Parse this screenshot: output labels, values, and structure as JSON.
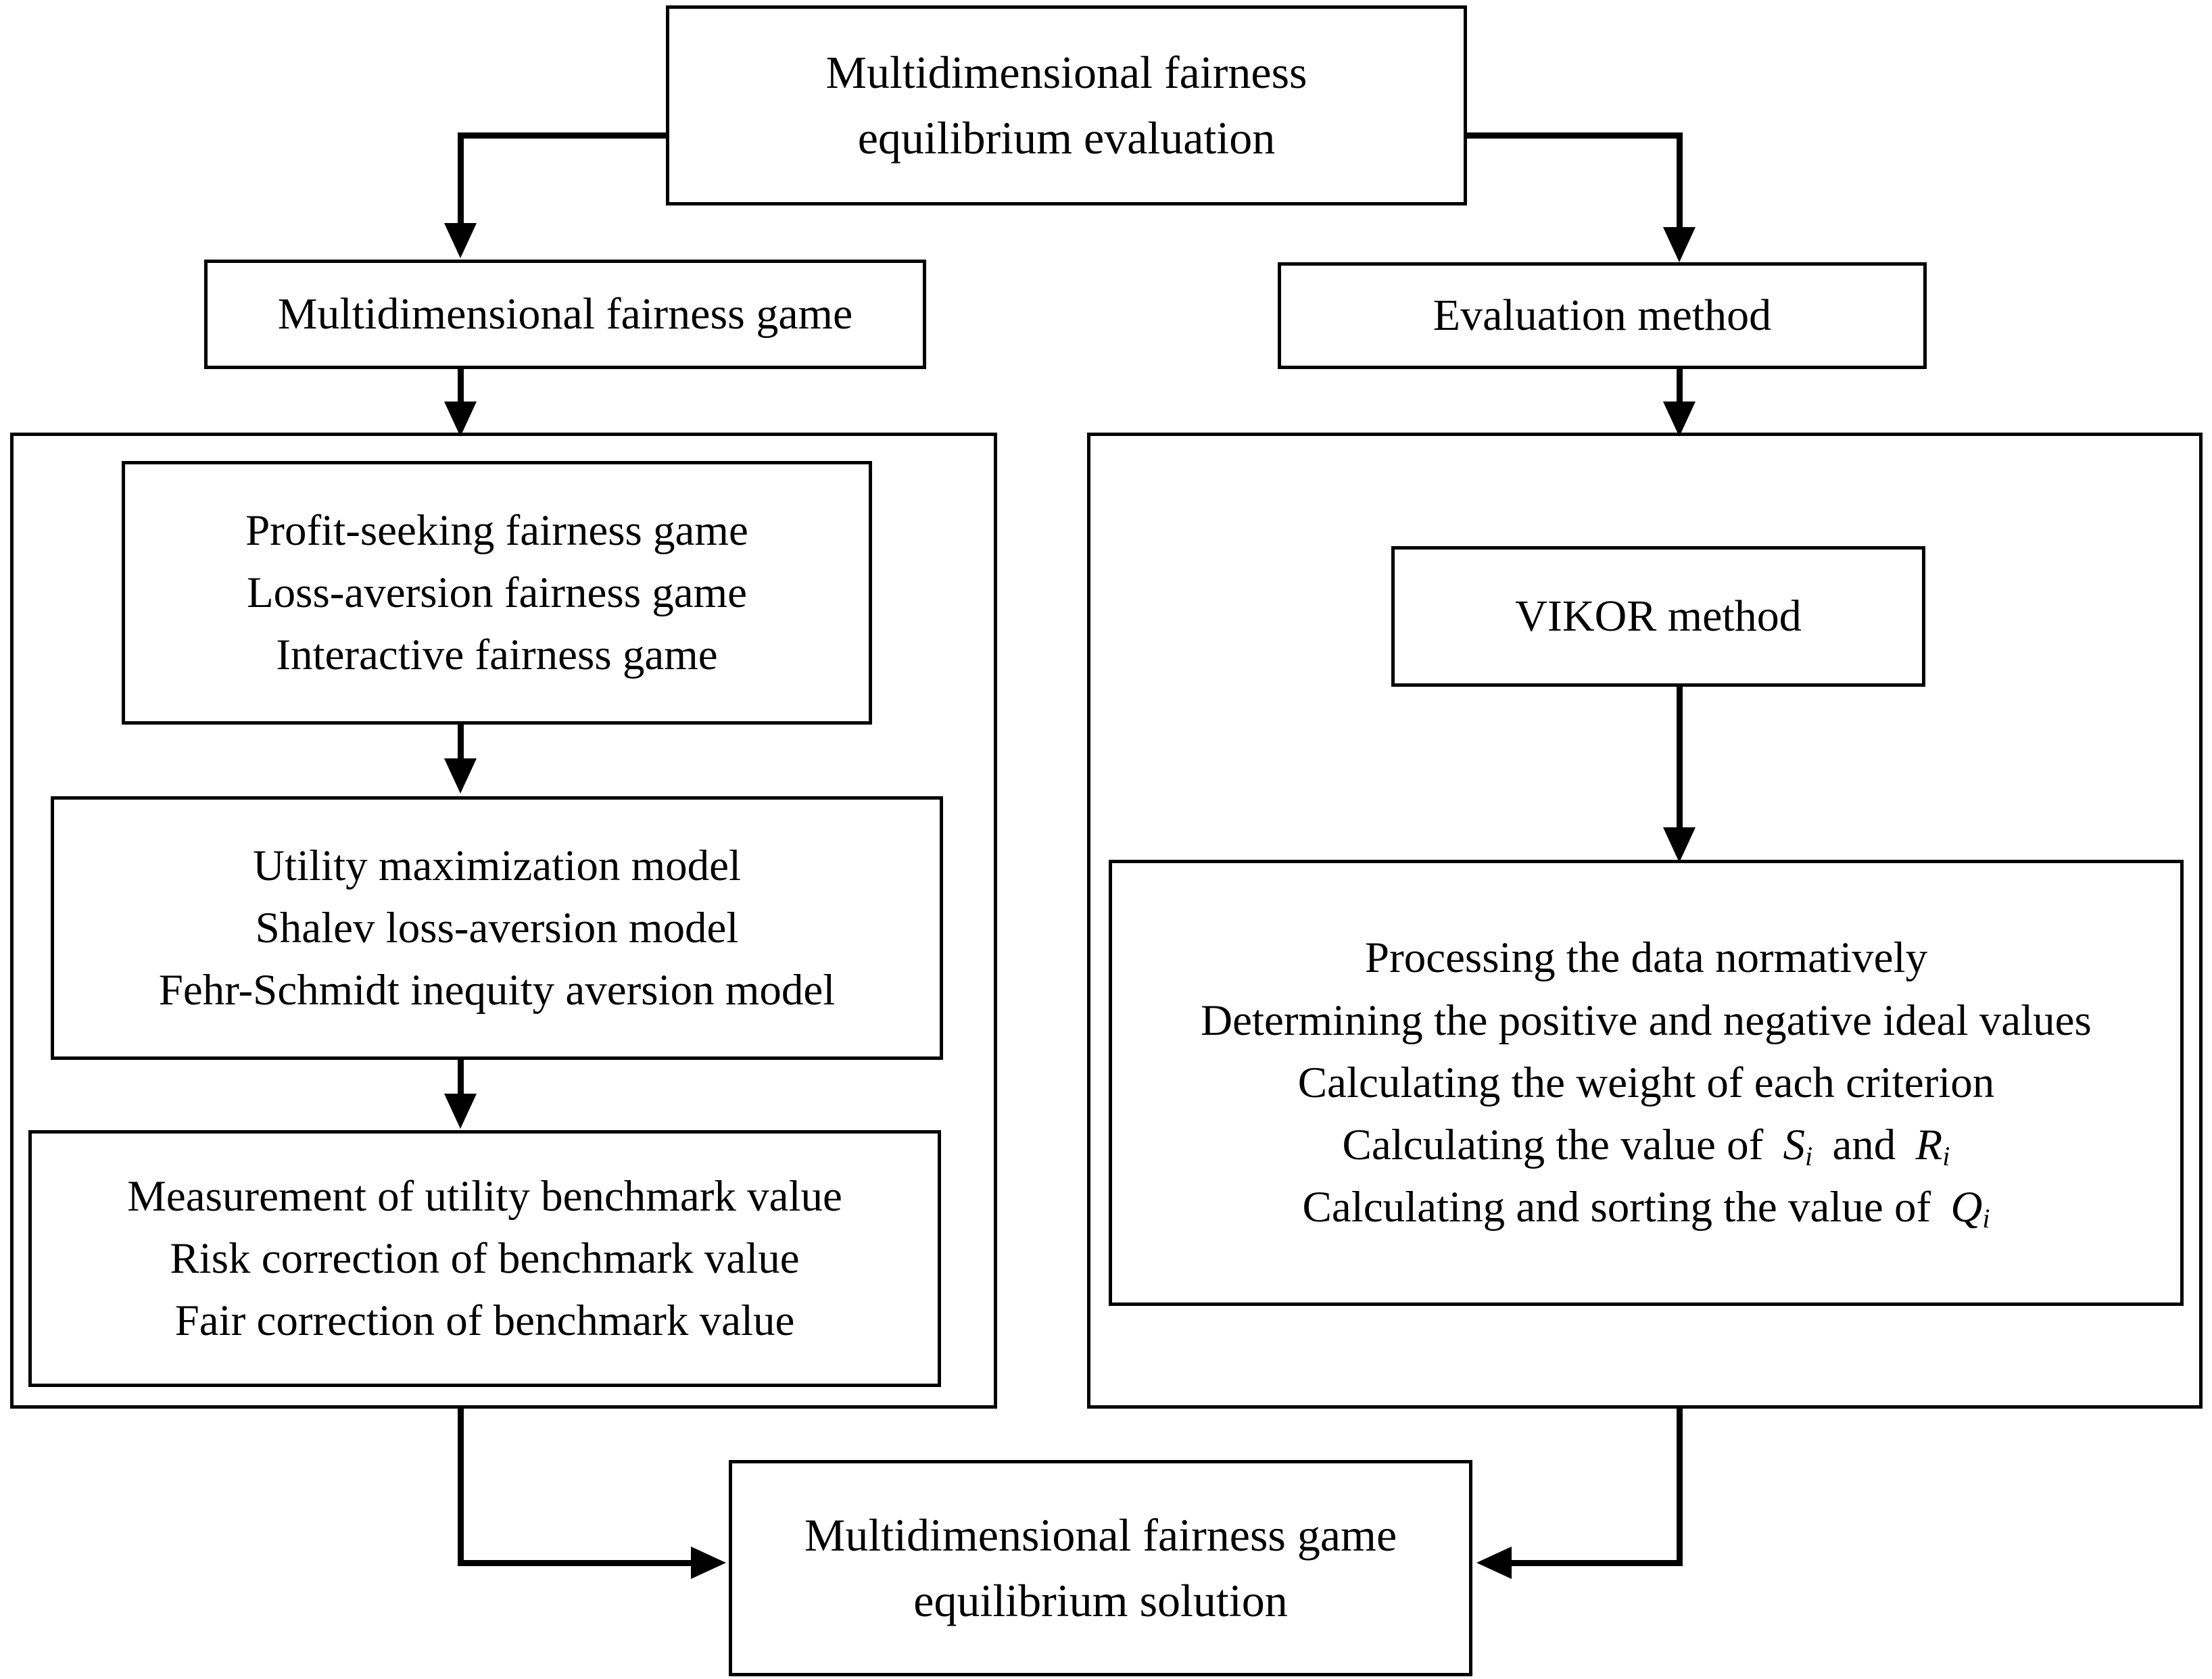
{
  "diagram": {
    "title_root": {
      "lines": [
        "Multidimensional fairness",
        "equilibrium evaluation"
      ]
    },
    "branch_left": {
      "header": {
        "lines": [
          "Multidimensional fairness game"
        ]
      },
      "stage1": {
        "lines": [
          "Profit-seeking fairness game",
          "Loss-aversion fairness game",
          "Interactive fairness game"
        ]
      },
      "stage2": {
        "lines": [
          "Utility maximization model",
          "Shalev loss-aversion model",
          "Fehr-Schmidt inequity aversion model"
        ]
      },
      "stage3": {
        "lines": [
          "Measurement of utility benchmark value",
          "Risk correction of benchmark value",
          "Fair correction of benchmark value"
        ]
      }
    },
    "branch_right": {
      "header": {
        "lines": [
          "Evaluation method"
        ]
      },
      "method": {
        "lines": [
          "VIKOR method"
        ]
      },
      "steps": {
        "lines": [
          "Processing the data normatively",
          "Determining the positive and negative ideal values",
          "Calculating the weight of each criterion"
        ],
        "line_si_ri_prefix": "Calculating the value of",
        "line_si_ri_var1": "S",
        "line_si_ri_sub1": "i",
        "line_si_ri_joiner": "and",
        "line_si_ri_var2": "R",
        "line_si_ri_sub2": "i",
        "line_qi_prefix": "Calculating and sorting the value of",
        "line_qi_var": "Q",
        "line_qi_sub": "i"
      }
    },
    "result": {
      "lines": [
        "Multidimensional fairness game",
        "equilibrium solution"
      ]
    },
    "colors": {
      "stroke": "#000000",
      "fill": "#ffffff",
      "text": "#000000"
    }
  }
}
